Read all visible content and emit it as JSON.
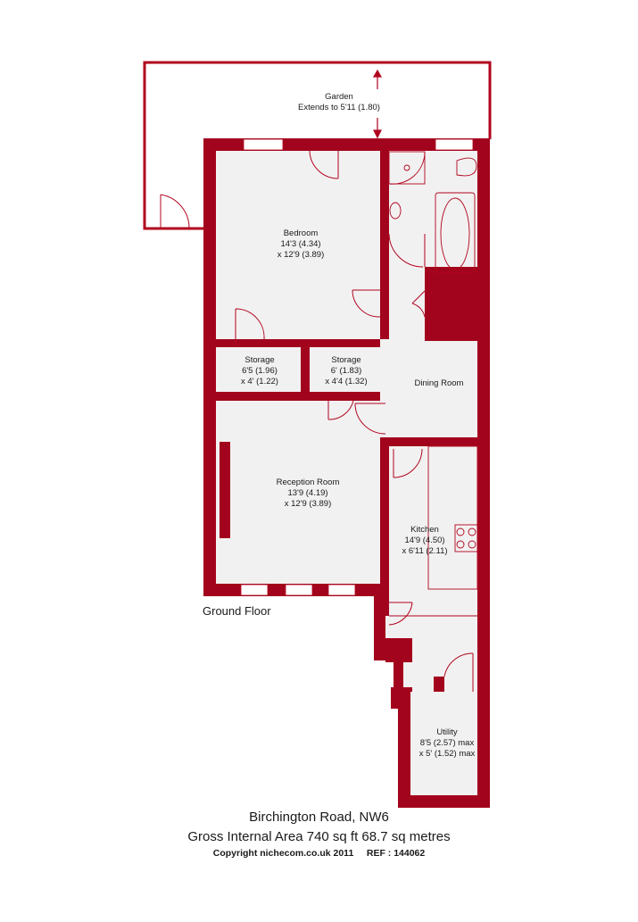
{
  "colors": {
    "wall": "#a3041d",
    "floor": "#f2f1f1",
    "line": "#b0041e"
  },
  "rooms": {
    "garden": {
      "name": "Garden",
      "dim1": "Extends to 5'11 (1.80)"
    },
    "bedroom": {
      "name": "Bedroom",
      "dim1": "14'3 (4.34)",
      "dim2": "x 12'9 (3.89)"
    },
    "storage1": {
      "name": "Storage",
      "dim1": "6'5 (1.96)",
      "dim2": "x 4' (1.22)"
    },
    "storage2": {
      "name": "Storage",
      "dim1": "6' (1.83)",
      "dim2": "x 4'4 (1.32)"
    },
    "dining": {
      "name": "Dining Room"
    },
    "reception": {
      "name": "Reception Room",
      "dim1": "13'9 (4.19)",
      "dim2": "x 12'9 (3.89)"
    },
    "kitchen": {
      "name": "Kitchen",
      "dim1": "14'9 (4.50)",
      "dim2": "x 6'11 (2.11)"
    },
    "utility": {
      "name": "Utility",
      "dim1": "8'5 (2.57) max",
      "dim2": "x 5' (1.52) max"
    }
  },
  "floor_label": "Ground Floor",
  "footer": {
    "title": "Birchington Road, NW6",
    "area": "Gross Internal Area 740 sq ft 68.7 sq metres",
    "copyright": "Copyright nichecom.co.uk 2011     REF : 144062"
  }
}
